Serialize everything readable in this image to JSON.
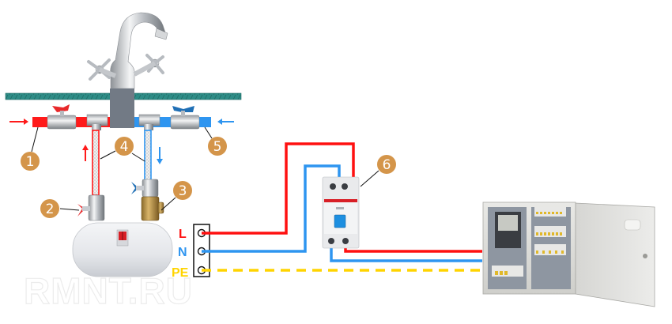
{
  "diagram": {
    "title": "Instantaneous water heater connection scheme",
    "watermark": "RMNT.RU",
    "colors": {
      "hot_pipe": "#FF1A1A",
      "cold_pipe": "#2E95F0",
      "phase_wire": "#FF1010",
      "neutral_wire": "#2E95F0",
      "earth_wire": "#FFD400",
      "badge": "#D4954A",
      "countertop": "#2E8C86"
    },
    "callouts": [
      {
        "number": "1",
        "target": "hot water supply pipe"
      },
      {
        "number": "2",
        "target": "hot outlet shut-off valve"
      },
      {
        "number": "3",
        "target": "cold inlet strainer filter"
      },
      {
        "number": "4",
        "target": "flexible braided hoses"
      },
      {
        "number": "5",
        "target": "cold water supply pipe"
      },
      {
        "number": "6",
        "target": "residual current device (RCD)"
      }
    ],
    "wire_labels": {
      "phase": "L",
      "neutral": "N",
      "earth": "PE"
    },
    "components": {
      "faucet": "mixer tap",
      "heater": "instantaneous water heater",
      "terminal_block": "terminal block",
      "rcd": "RCD",
      "panel": "electrical distribution panel"
    }
  }
}
